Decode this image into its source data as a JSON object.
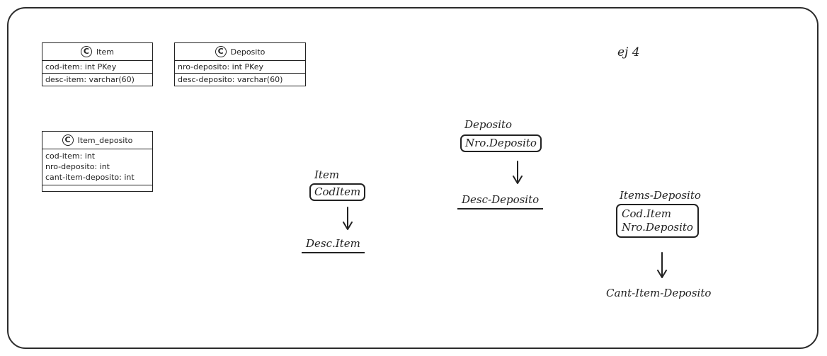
{
  "annotation": "ej 4",
  "uml_classes": [
    {
      "name": "Item",
      "stereotype": "C",
      "sections": [
        [
          "cod-item: int PKey"
        ],
        [
          "desc-item: varchar(60)"
        ]
      ]
    },
    {
      "name": "Deposito",
      "stereotype": "C",
      "sections": [
        [
          "nro-deposito: int PKey"
        ],
        [
          "desc-deposito: varchar(60)"
        ]
      ]
    },
    {
      "name": "Item_deposito",
      "stereotype": "C",
      "sections": [
        [
          "cod-item: int",
          "nro-deposito: int",
          "cant-item-deposito: int"
        ],
        []
      ]
    }
  ],
  "dependencies": [
    {
      "entity": "Item",
      "determinants": [
        "CodItem"
      ],
      "dependent": "Desc.Item"
    },
    {
      "entity": "Deposito",
      "determinants": [
        "Nro.Deposito"
      ],
      "dependent": "Desc-Deposito"
    },
    {
      "entity": "Items-Deposito",
      "determinants": [
        "Cod.Item",
        "Nro.Deposito"
      ],
      "dependent": "Cant-Item-Deposito"
    }
  ]
}
